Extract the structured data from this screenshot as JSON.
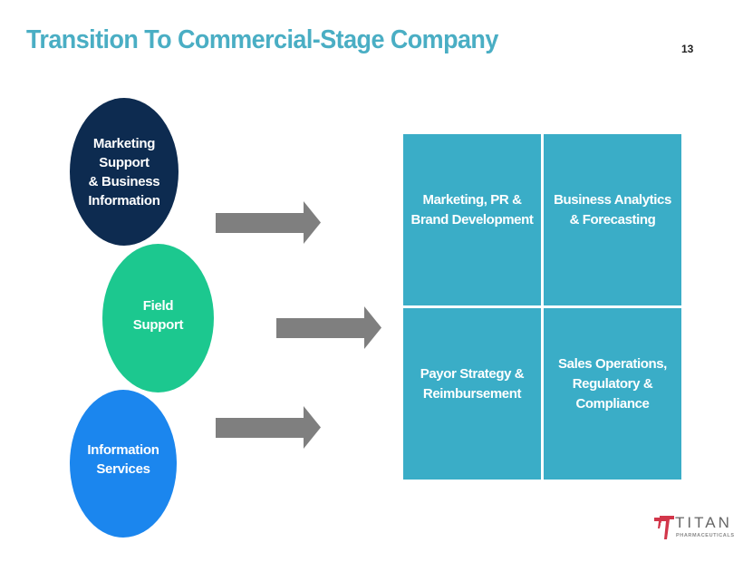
{
  "header": {
    "title": "Transition To Commercial-Stage Company",
    "page_number": "13"
  },
  "colors": {
    "title": "#4aaec4",
    "navy": "#0d2b50",
    "green": "#1cc88f",
    "blue": "#1b86ee",
    "grid": "#3aadc7",
    "arrow": "#7f7f7f",
    "logo_red": "#d2364a"
  },
  "circles": [
    {
      "lines": [
        "Marketing",
        "Support",
        "& Business",
        "Information"
      ]
    },
    {
      "lines": [
        "Field",
        "Support"
      ]
    },
    {
      "lines": [
        "Information",
        "Services"
      ]
    }
  ],
  "grid": {
    "cells": [
      {
        "lines": [
          "Marketing, PR &",
          "Brand Development"
        ]
      },
      {
        "lines": [
          "Business Analytics",
          "& Forecasting"
        ]
      },
      {
        "lines": [
          "Payor Strategy &",
          "Reimbursement"
        ]
      },
      {
        "lines": [
          "Sales Operations,",
          "Regulatory &",
          "Compliance"
        ]
      }
    ]
  },
  "logo": {
    "name": "TITAN",
    "subtitle": "PHARMACEUTICALS",
    "icon": "titan-t-icon"
  }
}
